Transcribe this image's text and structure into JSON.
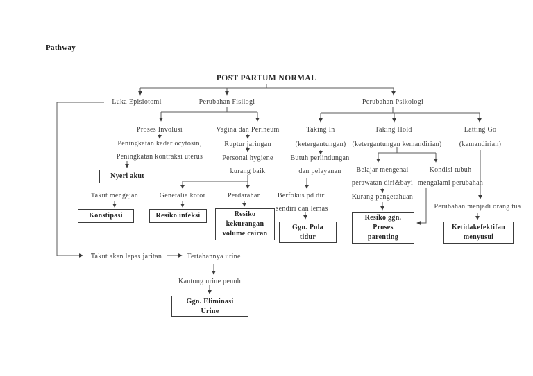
{
  "page": {
    "heading": "Pathway"
  },
  "diagram": {
    "title": "POST PARTUM NORMAL",
    "labels": {
      "luka_episiotomi": "Luka Episiotomi",
      "perubahan_fisilogi": "Perubahan Fisilogi",
      "perubahan_psikologi": "Perubahan Psikologi",
      "proses_involusi": "Proses Involusi",
      "peningkatan": "Peningkatan kadar ocytosin,\nPeningkatan kontraksi uterus",
      "vagina_perineum": "Vagina dan Perineum",
      "ruptur_jaringan": "Ruptur jaringan",
      "personal_hygiene": "Personal hygiene\nkurang baik",
      "taking_in": "Taking In",
      "taking_in_sub": "(ketergantungan)",
      "butuh_perlindungan": "Butuh perlindungan\ndan pelayanan",
      "taking_hold": "Taking Hold",
      "taking_hold_sub": "(ketergantungan kemandirian)",
      "latting_go": "Latting Go",
      "latting_go_sub": "(kemandirian)",
      "takut_mengejan": "Takut mengejan",
      "genetalia_kotor": "Genetalia kotor",
      "perdarahan": "Perdarahan",
      "berfokus": "Berfokus pd diri\nsendiri dan lemas",
      "belajar": "Belajar mengenai\nperawatan diri&bayi",
      "kurang_pengetahuan": "Kurang pengetahuan",
      "kondisi_tubuh": "Kondisi tubuh\nmengalami perubahan",
      "perubahan_orang_tua": "Perubahan menjadi orang tua",
      "takut_lepas_jaritan": "Takut akan lepas jaritan",
      "tertahannya_urine": "Tertahannya urine",
      "kantong_urine": "Kantong urine penuh"
    },
    "boxes": {
      "nyeri_akut": "Nyeri akut",
      "konstipasi": "Konstipasi",
      "resiko_infeksi": "Resiko infeksi",
      "resiko_kekurangan": "Resiko\nkekurangan\nvolume cairan",
      "ggn_pola_tidur": "Ggn. Pola\ntidur",
      "resiko_ggn_parenting": "Resiko ggn.\nProses\nparenting",
      "ketidakefektifan_menyusui": "Ketidakefektifan\nmenyusui",
      "ggn_eliminasi_urine": "Ggn. Eliminasi\nUrine"
    },
    "line_color": "#555555",
    "arrow_color": "#3c3c3c"
  }
}
